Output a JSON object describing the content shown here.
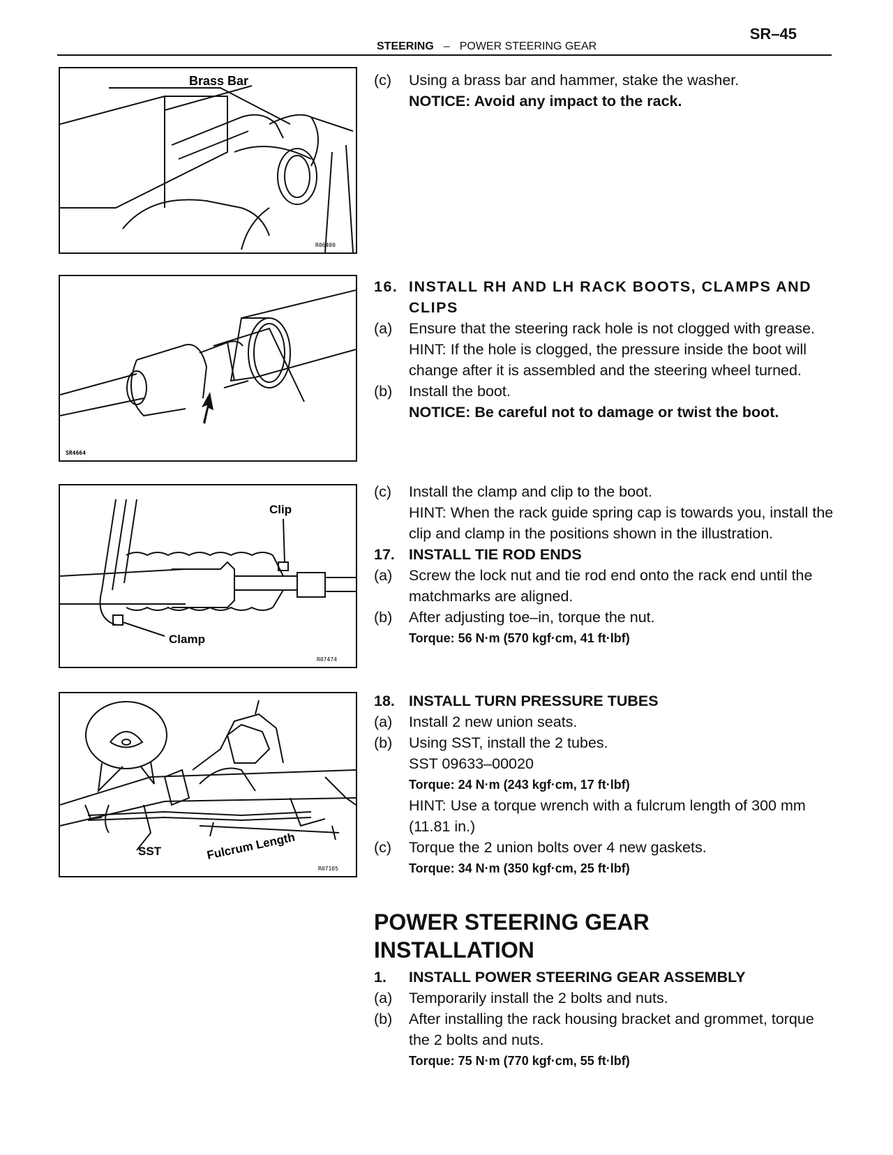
{
  "header": {
    "page_number": "SR–45",
    "section": "STEERING",
    "dash": "–",
    "subsection": "POWER STEERING GEAR"
  },
  "figures": {
    "fig1": {
      "label": "Brass Bar",
      "code": "R06400"
    },
    "fig2": {
      "code": "SR4664"
    },
    "fig3": {
      "label_clip": "Clip",
      "label_clamp": "Clamp",
      "code": "R07474"
    },
    "fig4": {
      "label_sst": "SST",
      "label_fulcrum": "Fulcrum Length",
      "code": "R07105"
    }
  },
  "block1": {
    "c_label": "(c)",
    "c_text": "Using a brass bar and hammer, stake the washer.",
    "notice": "NOTICE: Avoid any impact to the rack."
  },
  "block2": {
    "step_num": "16.",
    "step_title": "INSTALL RH AND LH RACK BOOTS, CLAMPS AND CLIPS",
    "a_label": "(a)",
    "a_text": "Ensure that the steering rack hole is not clogged with grease.",
    "a_hint": "HINT: If the hole is clogged, the pressure inside the boot will change after it is assembled and the steering wheel turned.",
    "b_label": "(b)",
    "b_text": "Install the boot.",
    "notice": "NOTICE: Be careful not to damage or twist the boot."
  },
  "block3": {
    "c_label": "(c)",
    "c_text": "Install the clamp and clip to the boot.",
    "c_hint": "HINT: When the rack guide spring cap is towards you, install the clip and clamp in the positions shown in the illustration.",
    "step_num": "17.",
    "step_title": "INSTALL TIE ROD ENDS",
    "a_label": "(a)",
    "a_text": "Screw the lock nut and tie rod end onto the rack end until the matchmarks are aligned.",
    "b_label": "(b)",
    "b_text": "After adjusting toe–in, torque the nut.",
    "torque": "Torque: 56 N·m (570 kgf·cm, 41 ft·lbf)"
  },
  "block4": {
    "step_num": "18.",
    "step_title": "INSTALL TURN PRESSURE TUBES",
    "a_label": "(a)",
    "a_text": "Install 2 new union seats.",
    "b_label": "(b)",
    "b_text": "Using SST, install the 2 tubes.",
    "sst": "SST 09633–00020",
    "torque1": "Torque: 24 N·m (243 kgf·cm, 17 ft·lbf)",
    "hint": "HINT: Use a torque wrench with a fulcrum length of 300 mm (11.81 in.)",
    "c_label": "(c)",
    "c_text": "Torque the 2 union bolts over 4 new gaskets.",
    "torque2": "Torque: 34 N·m (350 kgf·cm, 25 ft·lbf)"
  },
  "section2": {
    "title_line1": "POWER STEERING GEAR",
    "title_line2": "INSTALLATION",
    "step_num": "1.",
    "step_title": "INSTALL POWER STEERING GEAR ASSEMBLY",
    "a_label": "(a)",
    "a_text": "Temporarily install the 2 bolts and nuts.",
    "b_label": "(b)",
    "b_text": "After installing the rack housing bracket and grommet, torque the 2 bolts and nuts.",
    "torque": "Torque: 75 N·m (770 kgf·cm, 55 ft·lbf)"
  }
}
